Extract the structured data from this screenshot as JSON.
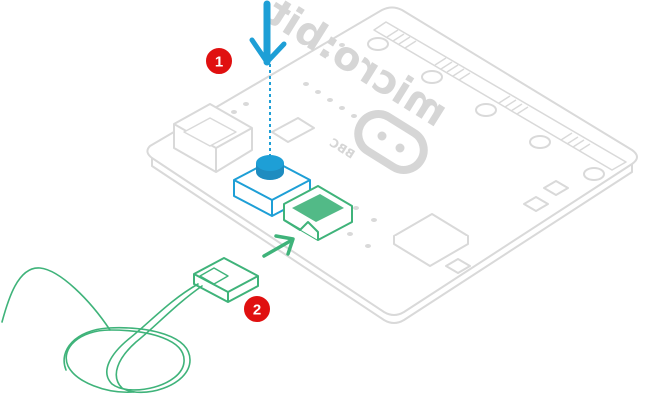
{
  "steps": [
    {
      "number": "1",
      "action": "press-button"
    },
    {
      "number": "2",
      "action": "insert-battery"
    }
  ],
  "board": {
    "logo_text": "micro:bit",
    "badge_text": "BBC"
  },
  "colors": {
    "board_outline": "#d9d9d9",
    "board_fill": "#ffffff",
    "button_blue": "#1e9fd6",
    "button_blue_light": "#7fc8ea",
    "connector_green": "#3fb37a",
    "step_badge_red": "#e01010",
    "step_badge_border": "#ffffff"
  },
  "icons": {
    "press_indicator": "down-arrow-icon",
    "insert_indicator": "right-arrow-icon"
  }
}
